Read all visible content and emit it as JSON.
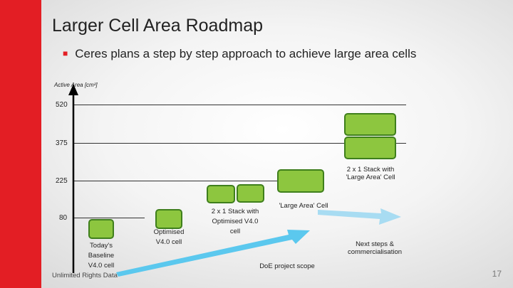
{
  "slide": {
    "title": "Larger Cell Area Roadmap",
    "bullet": "Ceres plans a step by step approach to achieve large area cells",
    "footer": "Unlimited Rights Data",
    "page_number": "17",
    "accent_color": "#e31e24",
    "cell_color": "#8dc63f",
    "arrow_colors": [
      "#5bc8ee",
      "#a8dcf2"
    ]
  },
  "chart": {
    "y_axis_label": "Active Area [cm²]",
    "ticks": [
      "520",
      "375",
      "225",
      "80"
    ],
    "labels": {
      "today": [
        "Today's",
        "Baseline",
        "V4.0 cell"
      ],
      "optimised": [
        "Optimised",
        "V4.0 cell"
      ],
      "stack_v4": [
        "2 x 1 Stack with",
        "Optimised V4.0",
        "cell"
      ],
      "large_area": "'Large Area' Cell",
      "stack_large": [
        "2 x 1 Stack with",
        "'Large Area' Cell"
      ],
      "doe_scope": "DoE project scope",
      "next_steps": [
        "Next steps &",
        "commercialisation"
      ]
    }
  }
}
